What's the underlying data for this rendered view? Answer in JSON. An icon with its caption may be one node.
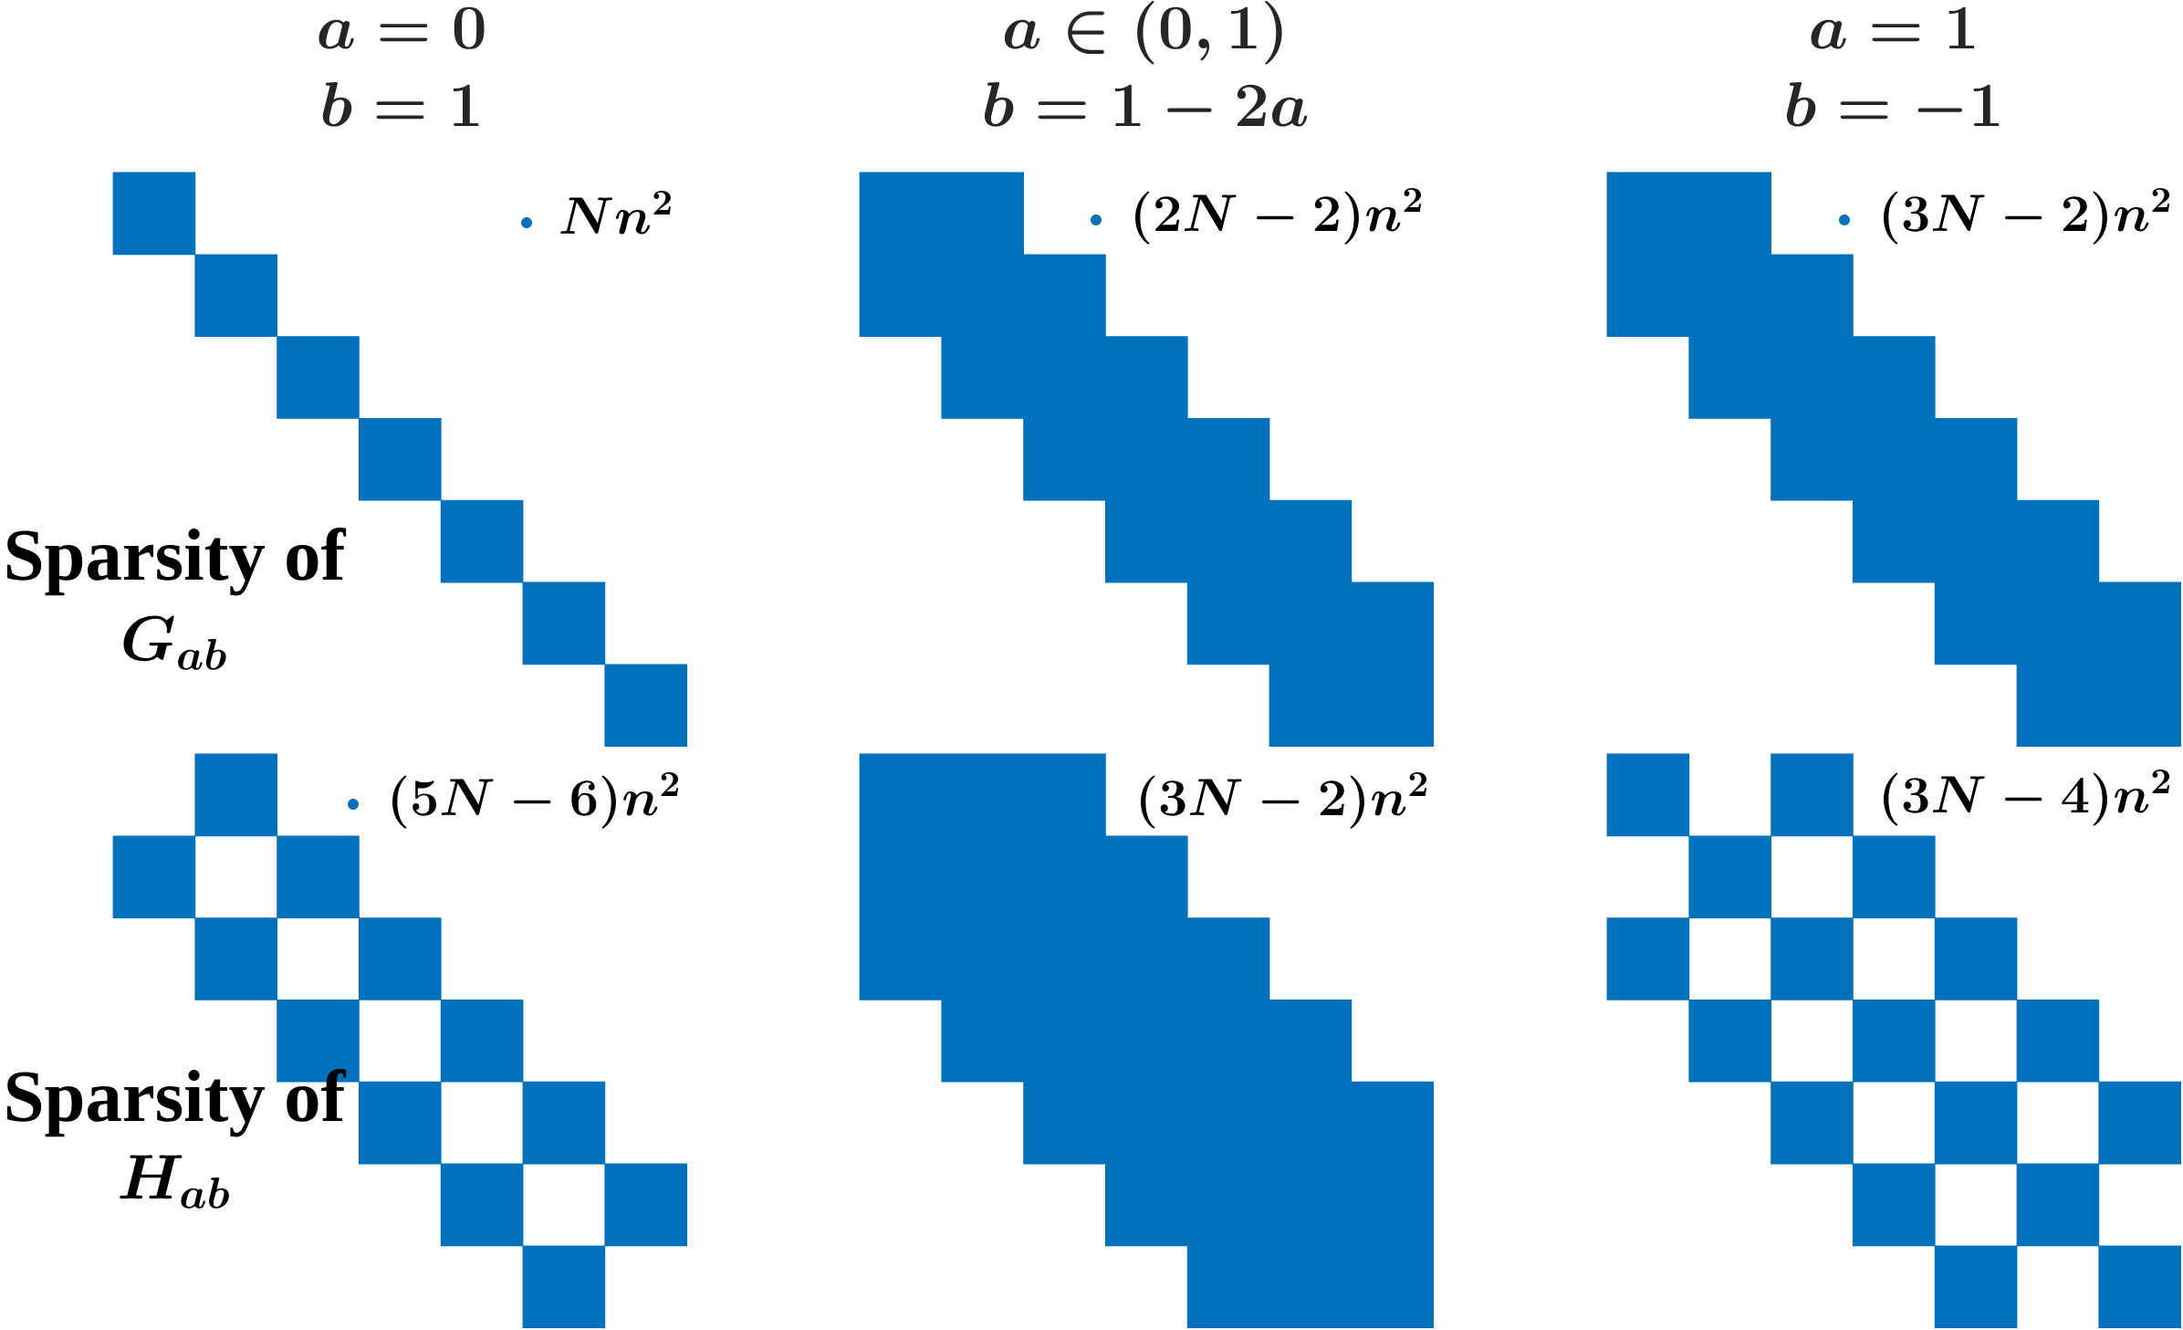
{
  "diagram": {
    "labels": [
      "a = 0",
      "b = 1",
      "a \\in (0,1)",
      "b = 1 - 2a",
      "a = 1",
      "b = -1",
      "Sparsity of",
      "G_{ab}",
      "Sparsity of",
      "H_{ab}"
    ],
    "legend": [
      {
        "text": "Nn^2",
        "color": "#0072bd"
      },
      {
        "text": "(2N - 2)n^2",
        "color": "#0072bd"
      },
      {
        "text": "(3N - 2)n^2",
        "color": "#0072bd"
      },
      {
        "text": "(5N - 6)n^2",
        "color": "#0072bd"
      },
      {
        "text": "(3N - 2)n^2"
      },
      {
        "text": "(3N - 4)n^2"
      }
    ]
  }
}
